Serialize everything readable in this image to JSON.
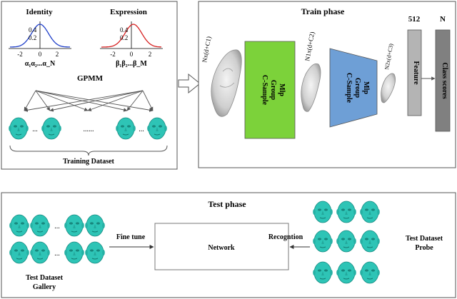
{
  "left_panel": {
    "identity_title": "Identity",
    "expression_title": "Expression",
    "identity_ticks": [
      "0.4",
      "0.2",
      "-2",
      "0",
      "2"
    ],
    "expression_ticks": [
      "0.4",
      "0.2",
      "-2",
      "0",
      "2"
    ],
    "identity_params": "α₁α₂...α_N",
    "expression_params": "β₁β₂...β_M",
    "gpmm_label": "GPMM",
    "dots_small": "...",
    "dots_large": "......",
    "training_label": "Training Dataset",
    "identity_curve_color": "#1f3fc9",
    "expression_curve_color": "#d62020"
  },
  "train_phase": {
    "title": "Train phase",
    "input_label": "Nx(d+C1)",
    "block1": [
      "Mlp",
      "Group",
      "C-Sample"
    ],
    "mid1_label": "N1x(d+C2)",
    "block2": [
      "Mlp",
      "Group",
      "C-Sample"
    ],
    "mid2_label": "N2x(d+C3)",
    "feature_label": "Feature",
    "feature_dim": "512",
    "class_label": "Class scores",
    "class_dim": "N",
    "block1_color": "#7cd23a",
    "block2_color": "#6e9fd6",
    "feature_color": "#b4b4b4",
    "class_color": "#808080"
  },
  "test_phase": {
    "title": "Test phase",
    "network_label": "Network",
    "fine_tune_label": "Fine tune",
    "recognition_label": "Recogntion",
    "gallery_label_1": "Test Dataset",
    "gallery_label_2": "Gallery",
    "probe_label_1": "Test Dataset",
    "probe_label_2": "Probe",
    "dots": "..."
  },
  "face_color": "#2ec4b6"
}
